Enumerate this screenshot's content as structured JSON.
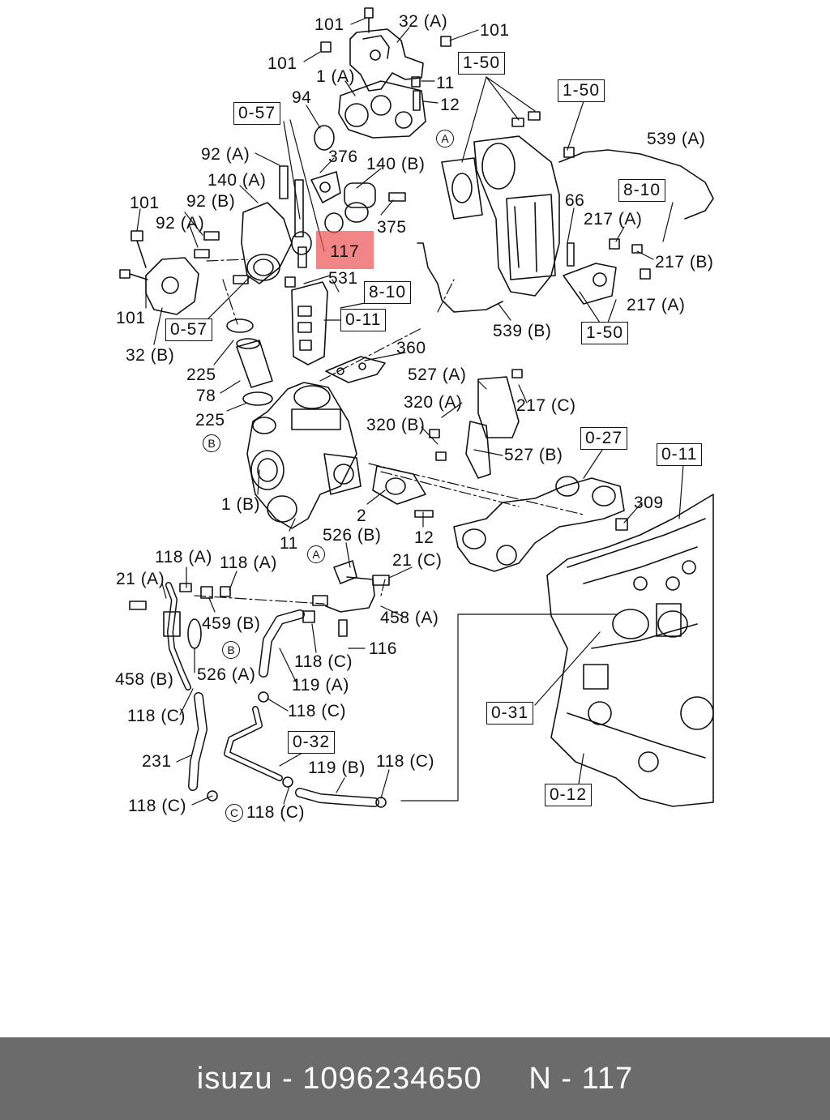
{
  "highlight": "117",
  "labels": [
    "101",
    "32 (A)",
    "101",
    "101",
    "1 (A)",
    "11",
    "94",
    "12",
    "92 (A)",
    "376",
    "140 (B)",
    "140 (A)",
    "92 (B)",
    "101",
    "92 (A)",
    "375",
    "531",
    "101",
    "32 (B)",
    "225",
    "78",
    "225",
    "360",
    "527 (A)",
    "320 (A)",
    "217 (C)",
    "320 (B)",
    "527 (B)",
    "1 (B)",
    "2",
    "11",
    "526 (B)",
    "12",
    "309",
    "539 (A)",
    "66",
    "217 (A)",
    "217 (B)",
    "217 (A)",
    "539 (B)",
    "118 (A)",
    "118 (A)",
    "21 (A)",
    "21 (C)",
    "459 (B)",
    "458 (A)",
    "116",
    "458 (B)",
    "526 (A)",
    "118 (C)",
    "119 (A)",
    "118 (C)",
    "118 (C)",
    "231",
    "118 (C)",
    "118 (C)",
    "119 (B)",
    "118 (C)"
  ],
  "ref_boxes": [
    "1-50",
    "0-57",
    "8-10",
    "1-50",
    "8-10",
    "0-11",
    "0-57",
    "1-50",
    "0-27",
    "0-11",
    "0-31",
    "0-32",
    "0-12"
  ],
  "circle_markers": [
    "A",
    "B",
    "A",
    "B",
    "C"
  ],
  "footer": {
    "brand": "isuzu",
    "part_number": "1096234650",
    "ref": "N - 117",
    "text": "isuzu - 1096234650     N - 117"
  }
}
